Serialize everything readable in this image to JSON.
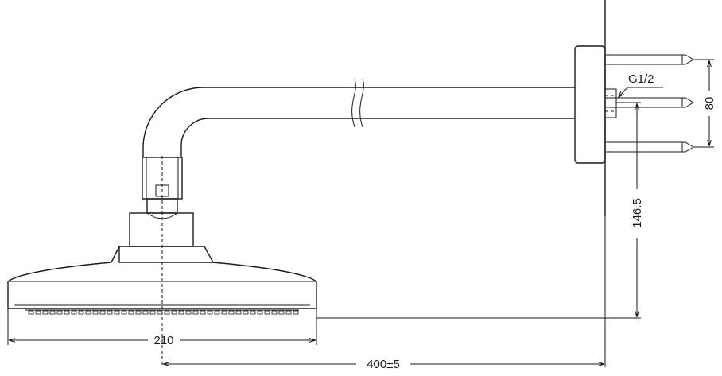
{
  "drawing": {
    "dimensions": {
      "shower_head_diameter": "210",
      "arm_projection": "400±5",
      "drop_height": "146.5",
      "flange_height": "80"
    },
    "thread_callout": "G1/2"
  }
}
